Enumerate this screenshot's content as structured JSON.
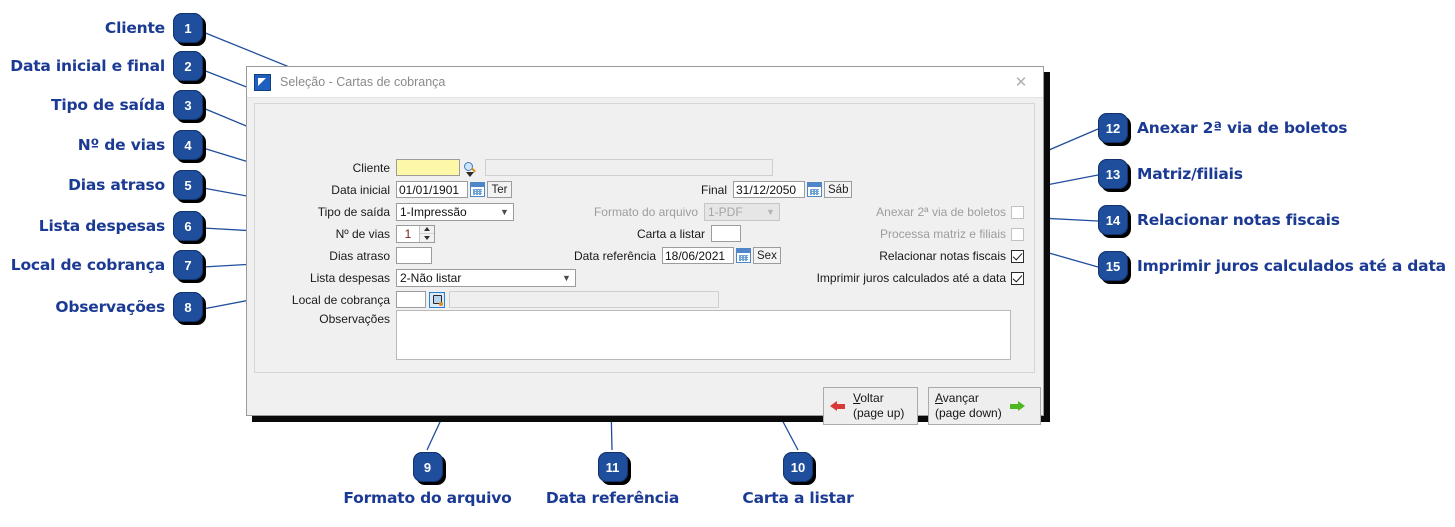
{
  "window": {
    "title": "Seleção - Cartas de cobrança",
    "close_label": "✕",
    "icon": "app-arrow-icon"
  },
  "form": {
    "cliente": {
      "label": "Cliente",
      "value": "",
      "code_value": "",
      "search_icon": "magnifier-icon",
      "dropdown_icon": "caret-down-icon"
    },
    "data_inicial": {
      "label": "Data inicial",
      "value": "01/01/1901",
      "weekday": "Ter",
      "calendar_icon": "calendar-icon"
    },
    "final": {
      "label": "Final",
      "value": "31/12/2050",
      "weekday": "Sáb",
      "calendar_icon": "calendar-icon"
    },
    "tipo_saida": {
      "label": "Tipo de saída",
      "value": "1-Impressão"
    },
    "formato_arquivo": {
      "label": "Formato do arquivo",
      "value": "1-PDF",
      "disabled": true
    },
    "n_vias": {
      "label": "Nº de vias",
      "value": "1"
    },
    "carta_listar": {
      "label": "Carta a listar",
      "value": ""
    },
    "dias_atraso": {
      "label": "Dias atraso",
      "value": ""
    },
    "data_referencia": {
      "label": "Data referência",
      "value": "18/06/2021",
      "weekday": "Sex",
      "calendar_icon": "calendar-icon"
    },
    "lista_despesas": {
      "label": "Lista despesas",
      "value": "2-Não listar"
    },
    "local_cobranca": {
      "label": "Local de cobrança",
      "value": "",
      "description": "",
      "search_icon": "search-button-icon"
    },
    "observacoes": {
      "label": "Observações",
      "value": ""
    },
    "checkboxes": [
      {
        "label": "Anexar 2ª via de boletos",
        "checked": false,
        "enabled": false
      },
      {
        "label": "Processa matriz e filiais",
        "checked": false,
        "enabled": false
      },
      {
        "label": "Relacionar notas fiscais",
        "checked": true,
        "enabled": true
      },
      {
        "label": "Imprimir juros calculados até a data",
        "checked": true,
        "enabled": true
      }
    ]
  },
  "footer": {
    "back_label_line1": "Voltar",
    "back_label_line2": "(page up)",
    "back_accel": "V",
    "next_label_line1": "Avançar",
    "next_label_line2": "(page down)",
    "next_accel": "A"
  },
  "annotations": {
    "accent_color": "#1b3a93",
    "badge_color": "#1f4e9c",
    "left": [
      {
        "n": "1",
        "label": "Cliente"
      },
      {
        "n": "2",
        "label": "Data inicial e final"
      },
      {
        "n": "3",
        "label": "Tipo de saída"
      },
      {
        "n": "4",
        "label": "Nº de vias"
      },
      {
        "n": "5",
        "label": "Dias atraso"
      },
      {
        "n": "6",
        "label": "Lista despesas"
      },
      {
        "n": "7",
        "label": "Local de cobrança"
      },
      {
        "n": "8",
        "label": "Observações"
      }
    ],
    "right": [
      {
        "n": "12",
        "label": "Anexar 2ª via de boletos"
      },
      {
        "n": "13",
        "label": "Matriz/filiais"
      },
      {
        "n": "14",
        "label": "Relacionar notas fiscais"
      },
      {
        "n": "15",
        "label": "Imprimir juros calculados até a data"
      }
    ],
    "bottom": [
      {
        "n": "9",
        "label": "Formato do arquivo"
      },
      {
        "n": "11",
        "label": "Data referência"
      },
      {
        "n": "10",
        "label": "Carta a listar"
      }
    ]
  }
}
